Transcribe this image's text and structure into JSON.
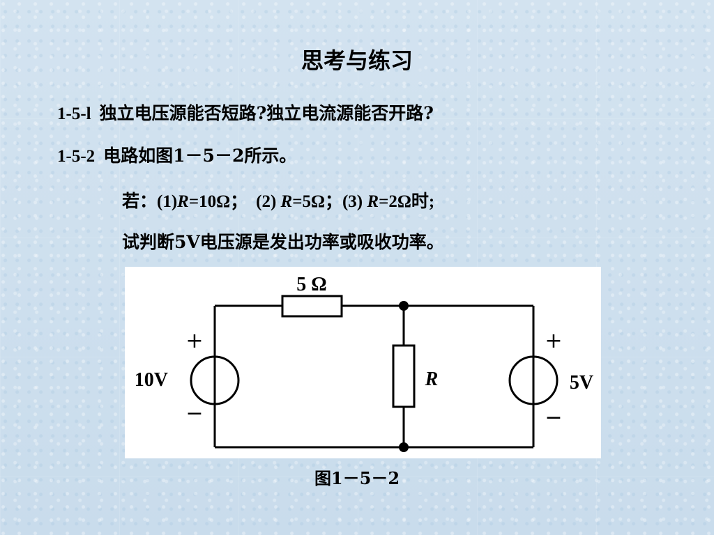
{
  "title": "思考与练习",
  "questions": {
    "q1": {
      "number": "1-5-l",
      "text": "独立电压源能否短路?独立电流源能否开路?"
    },
    "q2": {
      "number": "1-5-2",
      "text": "电路如图1－5－2所示。",
      "condition": {
        "prefix": "若：",
        "case1_label": "(1)",
        "case1_var": "R",
        "case1_value": "=10Ω；",
        "case2_label": "(2) ",
        "case2_var": "R",
        "case2_value": "=5Ω；",
        "case3_label": "(3) ",
        "case3_var": "R",
        "case3_value": "=2Ω时;"
      },
      "instruction": "试判断5V电压源是发出功率或吸收功率。"
    }
  },
  "circuit": {
    "series_resistor_label": "5 Ω",
    "left_source_label": "10V",
    "right_source_label": "5V",
    "load_resistor_label": "R",
    "plus_sign": "+",
    "minus_sign": "−"
  },
  "caption": "图1－5－2"
}
